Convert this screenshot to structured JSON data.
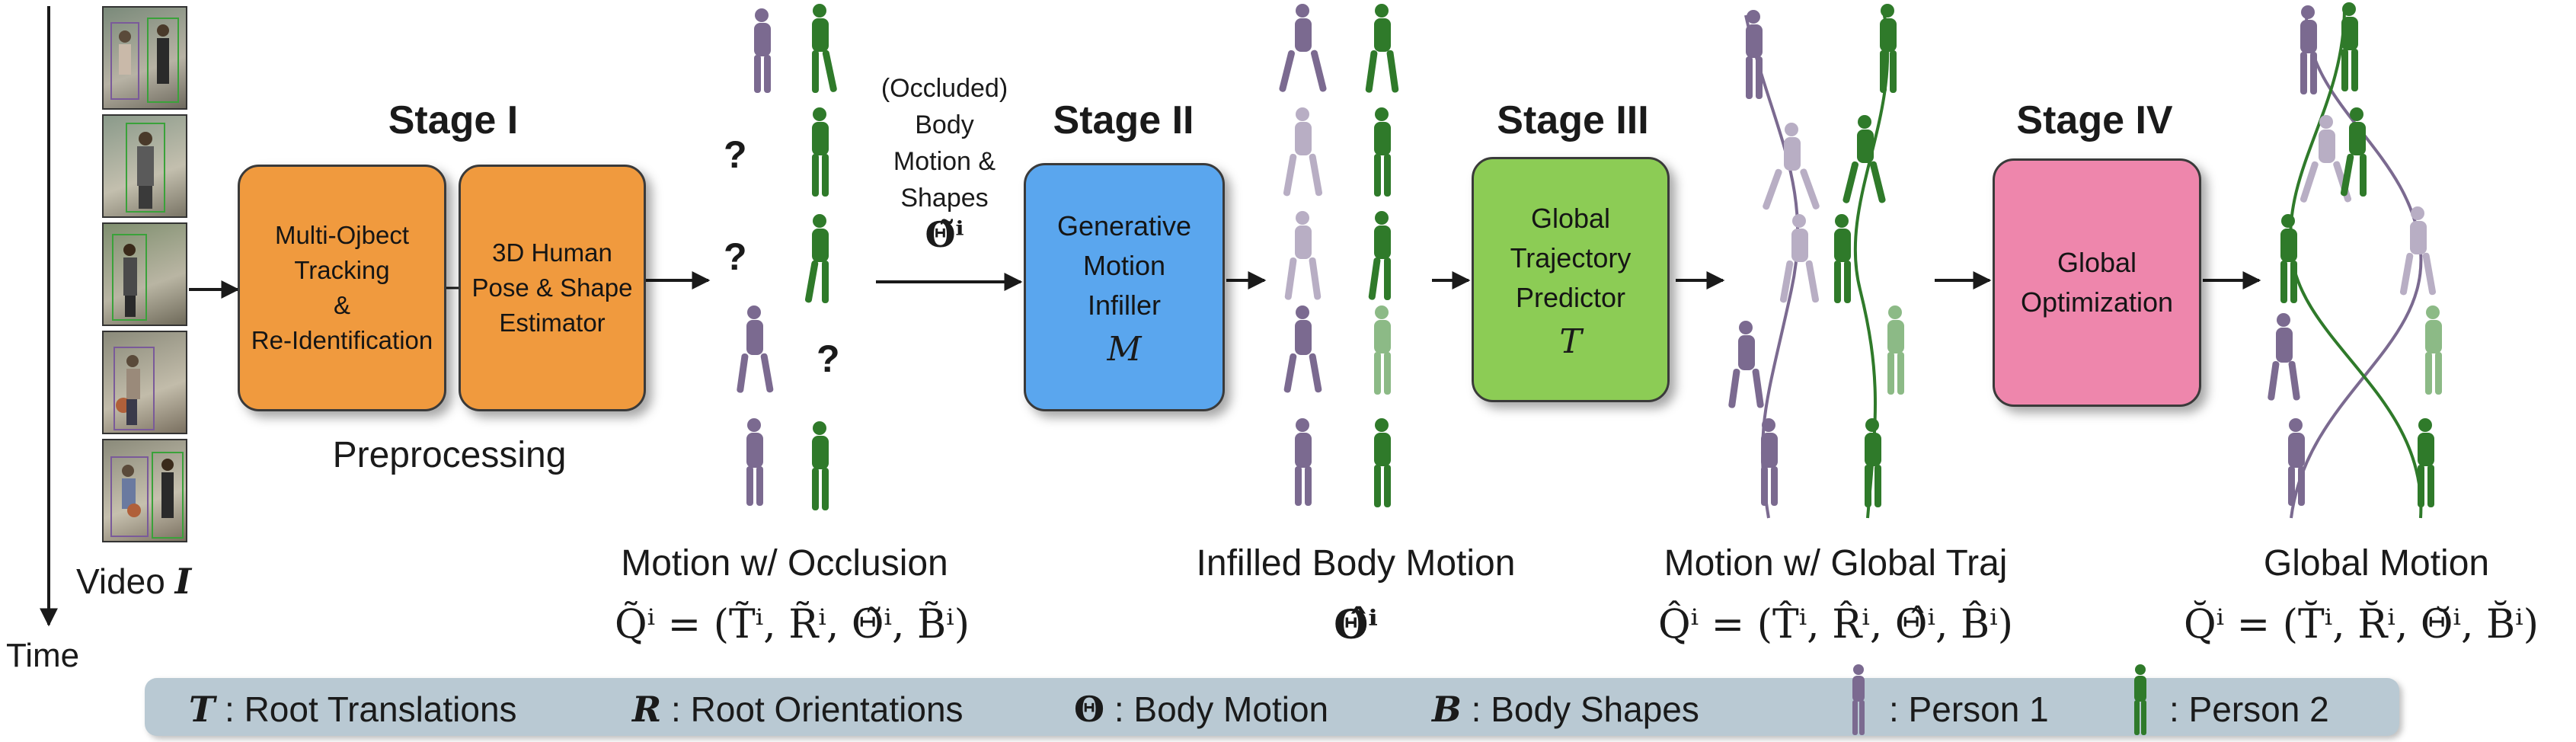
{
  "time_axis": {
    "video_label": "Video",
    "video_symbol": "I",
    "time_label": "Time"
  },
  "video_frames": [
    {
      "name": "frame-1"
    },
    {
      "name": "frame-2"
    },
    {
      "name": "frame-3"
    },
    {
      "name": "frame-4"
    },
    {
      "name": "frame-5"
    }
  ],
  "stages": {
    "stage1": {
      "title": "Stage I",
      "box1": "Multi-Ojbect\nTracking\n&\nRe-Identification",
      "box2": "3D Human\nPose & Shape\nEstimator",
      "caption": "Preprocessing"
    },
    "stage2": {
      "title": "Stage II",
      "box": "Generative\nMotion\nInfiller",
      "symbol": "M"
    },
    "stage3": {
      "title": "Stage III",
      "box": "Global\nTrajectory\nPredictor",
      "symbol": "T"
    },
    "stage4": {
      "title": "Stage IV",
      "box": "Global\nOptimization"
    }
  },
  "colors": {
    "stage1": "#f09a3e",
    "stage2": "#5aa6ee",
    "stage3": "#8ccc55",
    "stage4": "#ee86ac",
    "person1": "#7b6a90",
    "person2": "#2f7a2a",
    "legend_bg": "#b9c9d3"
  },
  "arrow_label": {
    "line1": "(Occluded)",
    "line2": "Body",
    "line3": "Motion &",
    "line4": "Shapes",
    "symbol": "Θ̃ⁱ"
  },
  "question_marks": [
    "?",
    "?",
    "?"
  ],
  "columns": {
    "occlusion": {
      "caption": "Motion w/ Occlusion",
      "formula": "Q̃ⁱ = (T̃ⁱ, R̃ⁱ, Θ̃ⁱ, B̃ⁱ)"
    },
    "infilled": {
      "caption": "Infilled Body Motion",
      "formula": "Θ̂ⁱ"
    },
    "global_traj": {
      "caption": "Motion w/ Global Traj",
      "formula": "Q̂ⁱ = (T̂ⁱ, R̂ⁱ, Θ̂ⁱ, B̂ⁱ)"
    },
    "global_motion": {
      "caption": "Global Motion",
      "formula": "Q̆ⁱ = (T̆ⁱ, R̆ⁱ, Θ̆ⁱ, B̆ⁱ)"
    }
  },
  "legend": {
    "t_symbol": "T",
    "t_label": ": Root Translations",
    "r_symbol": "R",
    "r_label": ": Root Orientations",
    "theta_symbol": "Θ",
    "theta_label": ": Body Motion",
    "b_symbol": "B",
    "b_label": ": Body Shapes",
    "p1_label": ": Person 1",
    "p2_label": ": Person 2"
  }
}
